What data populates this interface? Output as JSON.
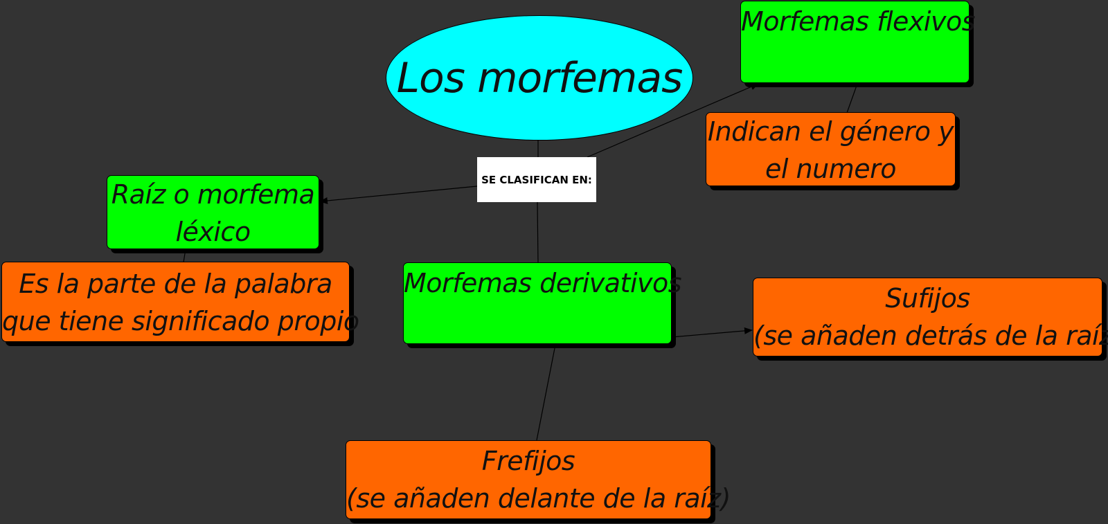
{
  "diagram": {
    "title": "Los morfemas",
    "linker": "SE CLASIFICAN EN:",
    "nodes": {
      "flexivos": {
        "lines": [
          "Morfemas flexivos"
        ]
      },
      "flexivos_desc": {
        "lines": [
          "Indican el género y",
          "el numero"
        ]
      },
      "raiz": {
        "lines": [
          "Raíz o morfema",
          "léxico"
        ]
      },
      "raiz_desc": {
        "lines": [
          "Es la parte de la palabra",
          "que tiene significado propio"
        ]
      },
      "derivativos": {
        "lines": [
          "Morfemas derivativos"
        ]
      },
      "sufijos": {
        "lines": [
          "Sufijos",
          "(se añaden detrás de la raíz)"
        ]
      },
      "prefijos": {
        "lines": [
          "Frefijos",
          "(se añaden delante de la raíz)"
        ]
      }
    },
    "colors": {
      "background": "#333333",
      "title_oval": "#00ffff",
      "category": "#00ff00",
      "description": "#ff6600",
      "linker": "#ffffff"
    }
  }
}
